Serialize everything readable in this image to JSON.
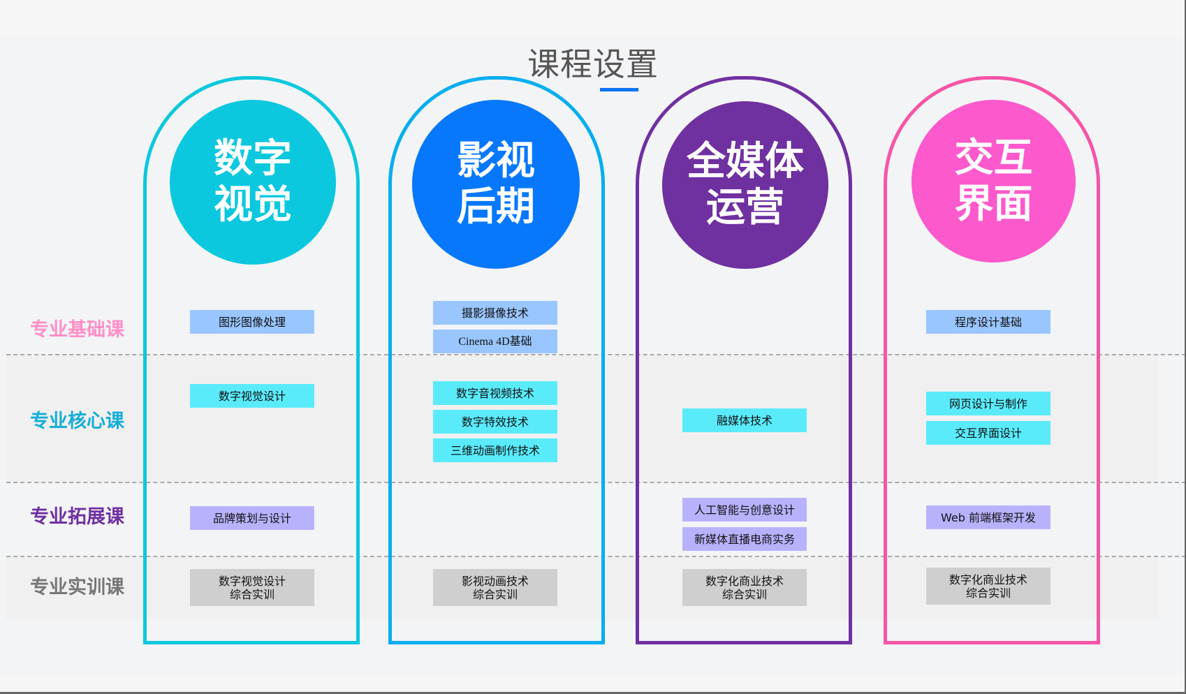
{
  "title": "课程设置",
  "colors": {
    "accent_underline": "#0a73f5",
    "col1": "#0bc8de",
    "col2_border": "#06aef0",
    "col2_circle": "#0778fb",
    "col3": "#6f30a0",
    "col4_border": "#f655a6",
    "col4_circle": "#fc59cc",
    "basic_box": "#99c6ff",
    "core_box": "#5aebfb",
    "ext_box": "#b8b2fd",
    "practice_box": "#d0cfd0"
  },
  "rows": [
    {
      "label": "专业基础课",
      "color": "#ff8fc8"
    },
    {
      "label": "专业核心课",
      "color": "#14aed8"
    },
    {
      "label": "专业拓展课",
      "color": "#7030a0"
    },
    {
      "label": "专业实训课",
      "color": "#767676"
    }
  ],
  "columns": [
    {
      "name_line1": "数字",
      "name_line2": "视觉",
      "basic": [
        "图形图像处理"
      ],
      "core": [
        "数字视觉设计"
      ],
      "extension": [
        "品牌策划与设计"
      ],
      "practice": {
        "line1": "数字视觉设计",
        "line2": "综合实训"
      }
    },
    {
      "name_line1": "影视",
      "name_line2": "后期",
      "basic": [
        "摄影摄像技术",
        "Cinema 4D基础"
      ],
      "core": [
        "数字音视频技术",
        "数字特效技术",
        "三维动画制作技术"
      ],
      "extension": [],
      "practice": {
        "line1": "影视动画技术",
        "line2": "综合实训"
      }
    },
    {
      "name_line1": "全媒体",
      "name_line2": "运营",
      "basic": [],
      "core": [
        "融媒体技术"
      ],
      "extension": [
        "人工智能与创意设计",
        "新媒体直播电商实务"
      ],
      "practice": {
        "line1": "数字化商业技术",
        "line2": "综合实训"
      }
    },
    {
      "name_line1": "交互",
      "name_line2": "界面",
      "basic": [
        "程序设计基础"
      ],
      "core": [
        "网页设计与制作",
        "交互界面设计"
      ],
      "extension": [
        "Web 前端框架开发"
      ],
      "practice": {
        "line1": "数字化商业技术",
        "line2": "综合实训"
      }
    }
  ]
}
